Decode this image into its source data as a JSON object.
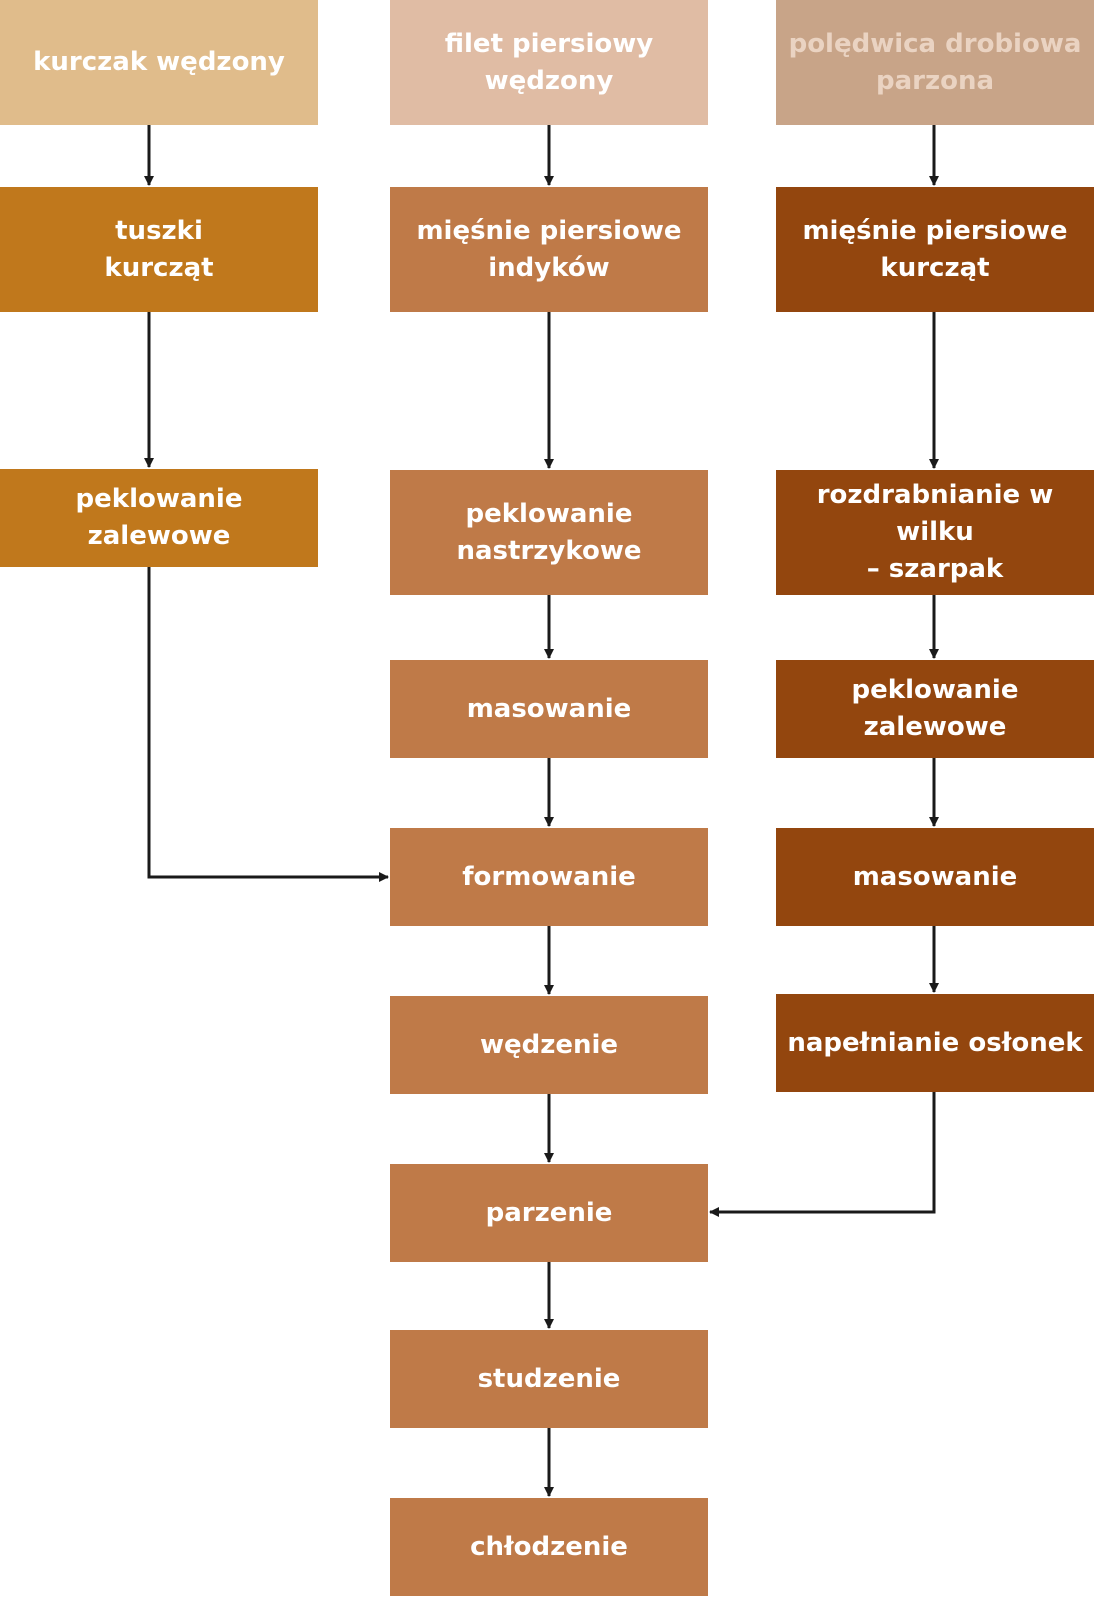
{
  "headers": {
    "col1": "kurczak wędzony",
    "col2": "filet piersiowy\nwędzony",
    "col3": "polędwica drobiowa\nparzona"
  },
  "column1": {
    "raw": "tuszki\nkurcząt",
    "step1": "peklowanie zalewowe"
  },
  "column2": {
    "raw": "mięśnie piersiowe\nindyków",
    "step1": "peklowanie\nnastrzykowe",
    "step2": "masowanie",
    "step3": "formowanie",
    "step4": "wędzenie",
    "step5": "parzenie",
    "step6": "studzenie",
    "step7": "chłodzenie"
  },
  "column3": {
    "raw": "mięśnie piersiowe\nkurcząt",
    "step1": "rozdrabnianie w wilku\n– szarpak",
    "step2": "peklowanie zalewowe",
    "step3": "masowanie",
    "step4": "napełnianie osłonek"
  },
  "colors": {
    "header1": "#e0bc8b",
    "header2": "#e0bca4",
    "header3": "#c8a488",
    "column1": "#c0781c",
    "column2": "#bf7a48",
    "column3": "#93460e",
    "arrow": "#1a1a1a"
  }
}
